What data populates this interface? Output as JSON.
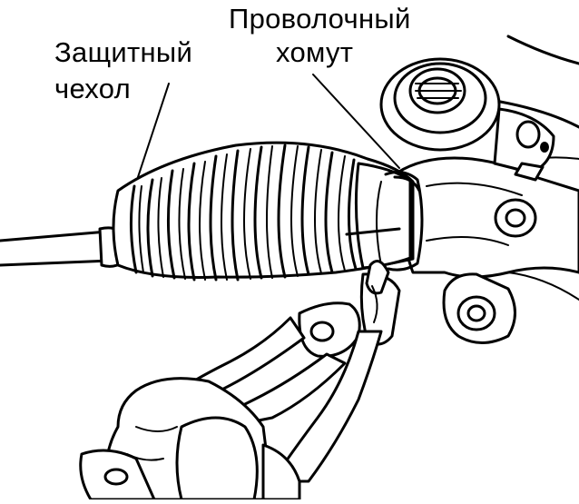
{
  "labels": {
    "boot": {
      "line1": "Защитный",
      "line2": "чехол"
    },
    "clamp": {
      "line1": "Проволочный",
      "line2": "хомут"
    }
  },
  "colors": {
    "ink": "#000000",
    "paper": "#ffffff"
  }
}
